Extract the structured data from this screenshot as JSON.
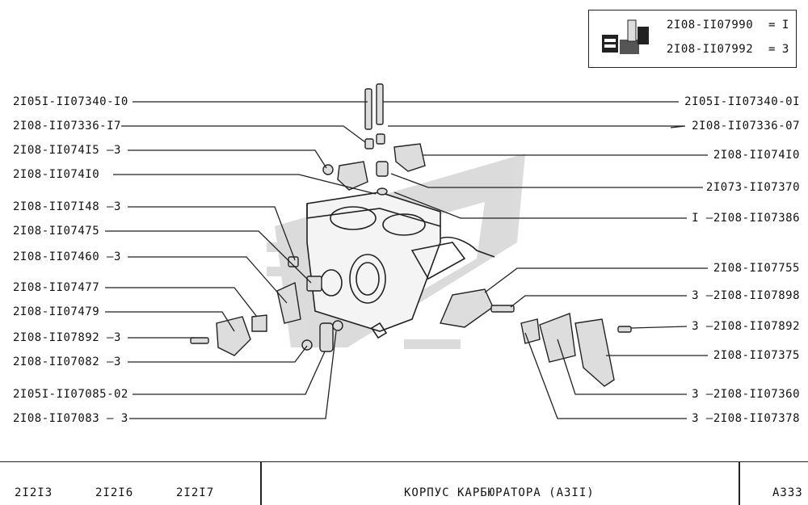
{
  "kit": {
    "row1_code": "2I08-II07990",
    "row1_qty": "= I",
    "row2_code": "2I08-II07992",
    "row2_qty": "= 3"
  },
  "left_labels": [
    "2I05I-II07340-I0",
    "2I08-II07336-I7",
    "2I08-II074I5 —3",
    "2I08-II074I0",
    "2I08-II07I48 —3",
    "2I08-II07475",
    "2I08-II07460 —3",
    "2I08-II07477",
    "2I08-II07479",
    "2I08-II07892 —3",
    "2I08-II07082 —3",
    "2I05I-II07085-02",
    "2I08-II07083 — 3"
  ],
  "right_labels": [
    "2I05I-II07340-0I",
    "2I08-II07336-07",
    "2I08-II074I0",
    "2I073-II07370",
    "I —2I08-II07386",
    "2I08-II07755",
    "3 —2I08-II07898",
    "3 —2I08-II07892",
    "2I08-II07375",
    "3 —2I08-II07360",
    "3 —2I08-II07378"
  ],
  "footer": {
    "models": [
      "2I2I3",
      "2I2I6",
      "2I2I7"
    ],
    "title": "КОРПУС  КАРБЮРАТОРА (АЗII)",
    "page": "А333"
  },
  "watermark_color": "#c8c8c8"
}
